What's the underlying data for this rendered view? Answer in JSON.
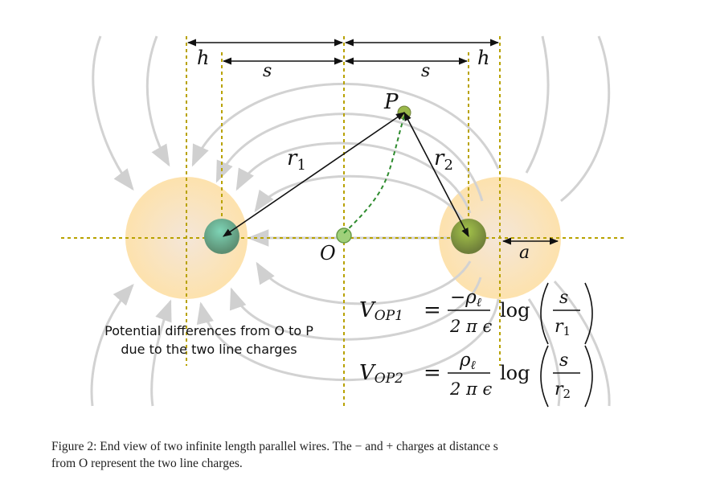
{
  "labels": {
    "h": "h",
    "s": "s",
    "P": "P",
    "O": "O",
    "r1": "r",
    "r1_sub": "1",
    "r2": "r",
    "r2_sub": "2",
    "a": "a"
  },
  "equations": {
    "eq1": {
      "lhs": "V",
      "lhs_sub": "OP1",
      "eq": "=",
      "num": "−ρ",
      "num_sub": "ℓ",
      "den": "2 π ϵ",
      "log": "log",
      "frac_num": "s",
      "frac_den": "r",
      "frac_den_sub": "1"
    },
    "eq2": {
      "lhs": "V",
      "lhs_sub": "OP2",
      "eq": "=",
      "num": "ρ",
      "num_sub": "ℓ",
      "den": "2 π ϵ",
      "log": "log",
      "frac_num": "s",
      "frac_den": "r",
      "frac_den_sub": "2"
    }
  },
  "note": {
    "line1": "Potential differences from O to P",
    "line2": "due to the two line charges"
  },
  "caption": {
    "line1": "Figure 2: End view of two infinite length parallel wires. The − and + charges at distance s",
    "line2": "from O represent the two line charges."
  },
  "colors": {
    "field_lines": "#cfcfcf",
    "guide": "#b8a200",
    "halo": "#fbe3b0",
    "negative_charge": "#6fb8a0",
    "positive_charge": "#8aa040",
    "path": "#2e8b2e"
  }
}
